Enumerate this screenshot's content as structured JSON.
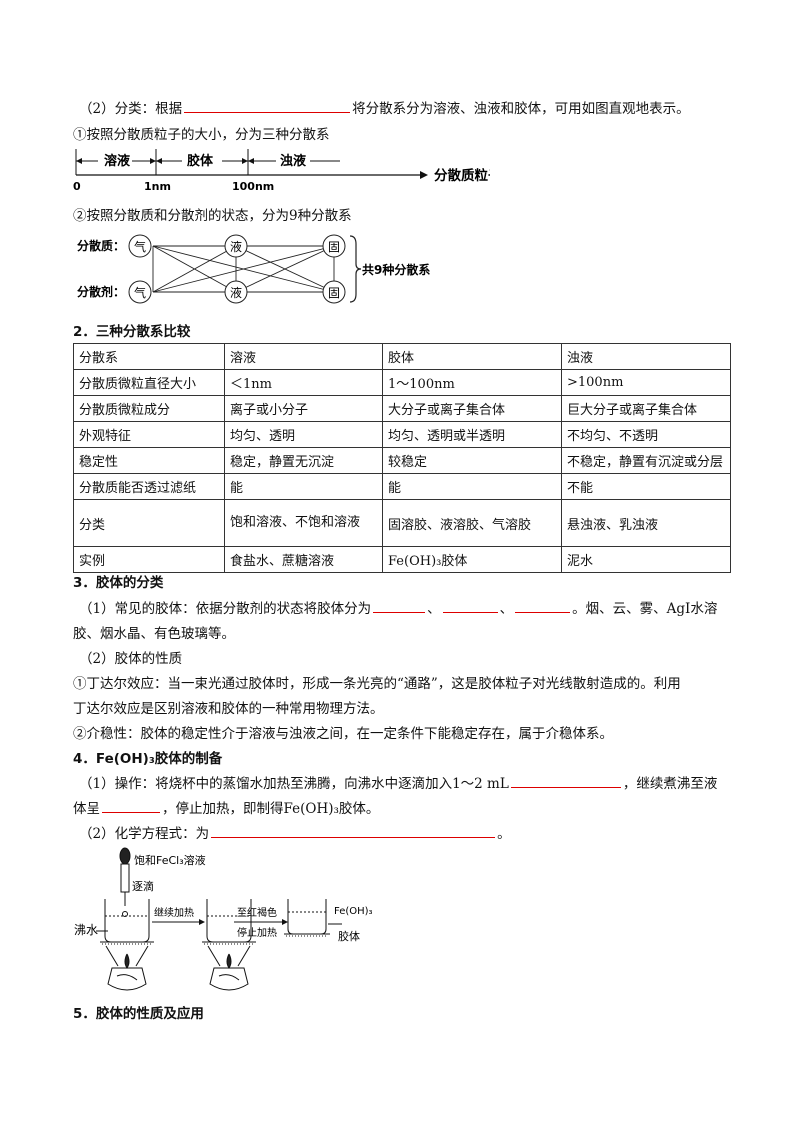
{
  "p1": {
    "a": "（2）分类：根据",
    "b": "将分散系分为溶液、浊液和胶体，可用如图直观地表示。"
  },
  "p2": "①按照分散质粒子的大小，分为三种分散系",
  "diag1": {
    "seg1": "溶液",
    "seg2": "胶体",
    "seg3": "浊液",
    "t0": "0",
    "t1": "1nm",
    "t2": "100nm",
    "axis": "分散质粒子直径"
  },
  "p3": "②按照分散质和分散剂的状态，分为9种分散系",
  "diag2": {
    "row1": "分散质：",
    "row2": "分散剂：",
    "s1": "气",
    "s2": "液",
    "s3": "固",
    "brace": "共9种分散系"
  },
  "h2": "2．三种分散系比较",
  "table": [
    [
      "分散系",
      "溶液",
      "胶体",
      "浊液"
    ],
    [
      "分散质微粒直径大小",
      "＜1nm",
      "1～100nm",
      ">100nm"
    ],
    [
      "分散质微粒成分",
      "离子或小分子",
      "大分子或离子集合体",
      "巨大分子或离子集合体"
    ],
    [
      "外观特征",
      "均匀、透明",
      "均匀、透明或半透明",
      "不均匀、不透明"
    ],
    [
      "稳定性",
      "稳定，静置无沉淀",
      "较稳定",
      "不稳定，静置有沉淀或分层"
    ],
    [
      "分散质能否透过滤纸",
      "能",
      "能",
      "不能"
    ],
    [
      "分类",
      "饱和溶液、不饱和溶液",
      "固溶胶、液溶胶、气溶胶",
      "悬浊液、乳浊液"
    ],
    [
      "实例",
      "食盐水、蔗糖溶液",
      "Fe(OH)₃胶体",
      "泥水"
    ]
  ],
  "h3": "3．胶体的分类",
  "p4": {
    "a": "（1）常见的胶体：依据分散剂的状态将胶体分为",
    "sep": "、",
    "b": "。烟、云、雾、AgI水溶",
    "c": "胶、烟水晶、有色玻璃等。"
  },
  "p5": "（2）胶体的性质",
  "p6a": "①丁达尔效应：当一束光通过胶体时，形成一条光亮的“通路”，这是胶体粒子对光线散射造成的。利用",
  "p6b": "丁达尔效应是区别溶液和胶体的一种常用物理方法。",
  "p7": "②介稳性：胶体的稳定性介于溶液与浊液之间，在一定条件下能稳定存在，属于介稳体系。",
  "h4": "4．Fe(OH)₃胶体的制备",
  "p8": {
    "a": "（1）操作：将烧杯中的蒸馏水加热至沸腾，向沸水中逐滴加入1～2 mL",
    "b": "，继续煮沸至液"
  },
  "p9": {
    "a": "体呈",
    "b": "，停止加热，即制得Fe(OH)₃胶体。"
  },
  "p10": {
    "a": "（2）化学方程式：为",
    "b": "。"
  },
  "diag3": {
    "reagent": "饱和FeCl₃溶液",
    "drop": "逐滴",
    "water": "沸水",
    "step1": "继续加热",
    "step2a": "至红褐色",
    "step2b": "停止加热",
    "product1": "Fe(OH)₃",
    "product2": "胶体"
  },
  "h5": "5．胶体的性质及应用"
}
